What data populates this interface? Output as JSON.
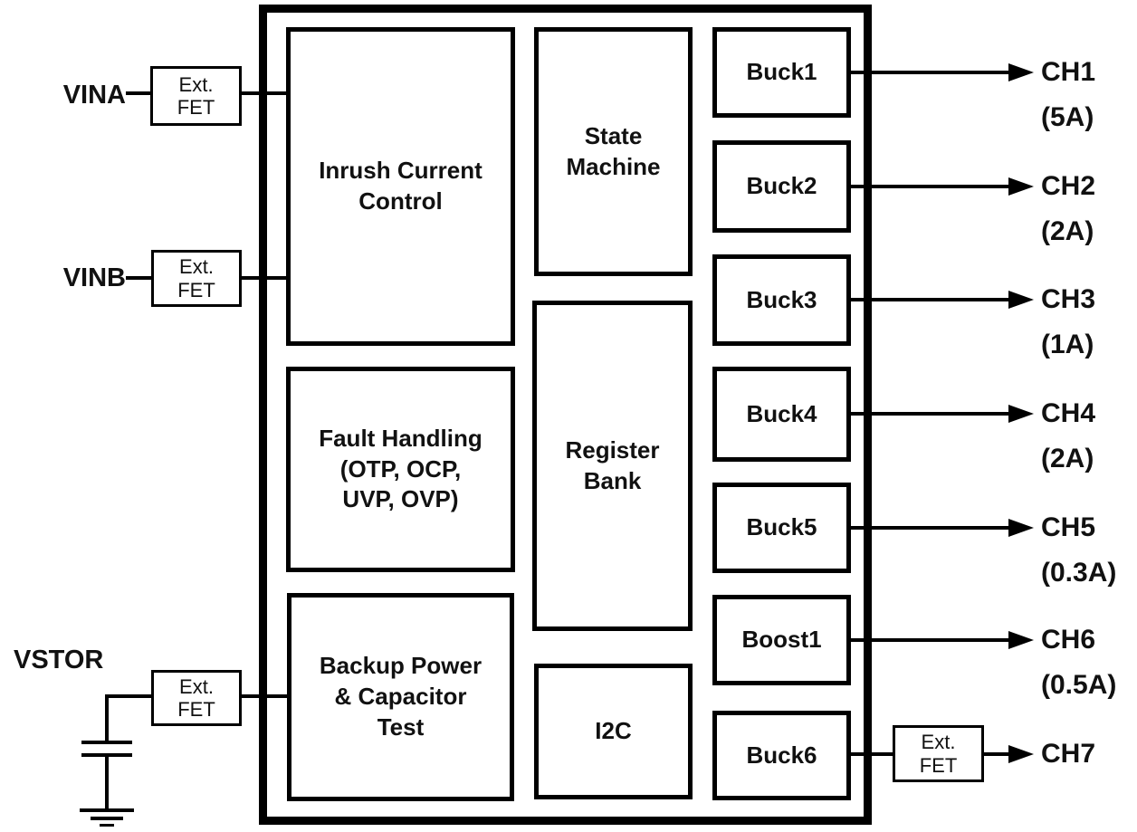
{
  "inputs": {
    "vina": "VINA",
    "vinb": "VINB",
    "vstor": "VSTOR"
  },
  "ext_fet_label": "Ext.\nFET",
  "core_blocks": {
    "inrush": "Inrush Current\nControl",
    "fault": "Fault Handling\n(OTP, OCP,\nUVP, OVP)",
    "backup": "Backup Power\n& Capacitor\nTest",
    "state_machine": "State\nMachine",
    "register_bank": "Register\nBank",
    "i2c": "I2C"
  },
  "regulators": [
    "Buck1",
    "Buck2",
    "Buck3",
    "Buck4",
    "Buck5",
    "Boost1",
    "Buck6"
  ],
  "channels": [
    {
      "name": "CH1",
      "rating": "(5A)"
    },
    {
      "name": "CH2",
      "rating": "(2A)"
    },
    {
      "name": "CH3",
      "rating": "(1A)"
    },
    {
      "name": "CH4",
      "rating": "(2A)"
    },
    {
      "name": "CH5",
      "rating": "(0.3A)"
    },
    {
      "name": "CH6",
      "rating": "(0.5A)"
    },
    {
      "name": "CH7",
      "rating": ""
    }
  ],
  "colors": {
    "line": "#000000",
    "text": "#111111",
    "background": "#ffffff"
  }
}
